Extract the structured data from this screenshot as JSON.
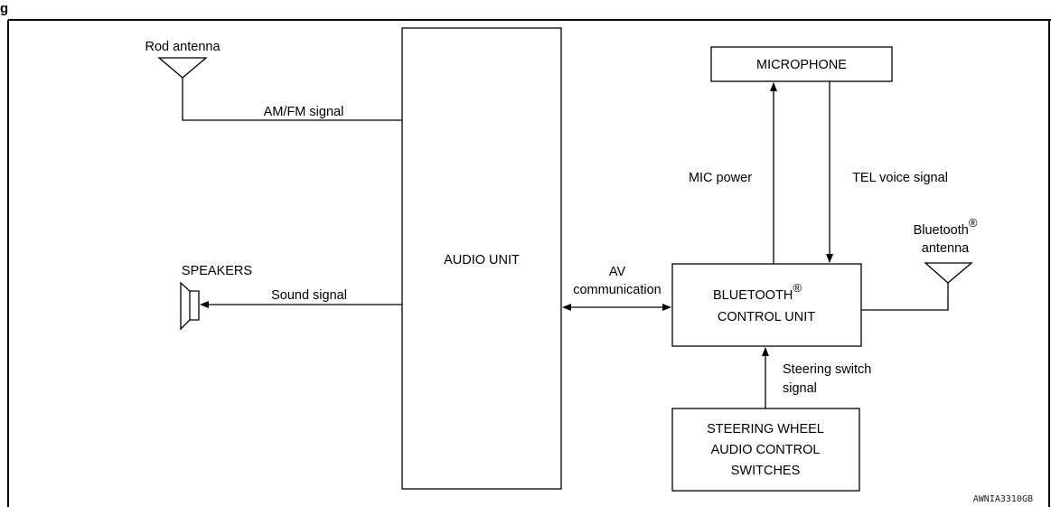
{
  "header": {
    "title_fragment": "g"
  },
  "blocks": {
    "audio_unit": "AUDIO UNIT",
    "microphone": "MICROPHONE",
    "bt_unit_line1": "BLUETOOTH",
    "bt_unit_line2": "CONTROL UNIT",
    "steering_line1": "STEERING WHEEL",
    "steering_line2": "AUDIO CONTROL",
    "steering_line3": "SWITCHES",
    "registered_mark": "®"
  },
  "components": {
    "rod_antenna": "Rod antenna",
    "speakers": "SPEAKERS",
    "bt_antenna_line1": "Bluetooth",
    "bt_antenna_line2": "antenna"
  },
  "signals": {
    "am_fm": "AM/FM signal",
    "sound": "Sound signal",
    "av_line1": "AV",
    "av_line2": "communication",
    "mic_power": "MIC power",
    "tel_voice": "TEL voice signal",
    "steering_line1": "Steering switch",
    "steering_line2": "signal"
  },
  "figure_code": "AWNIA3310GB"
}
